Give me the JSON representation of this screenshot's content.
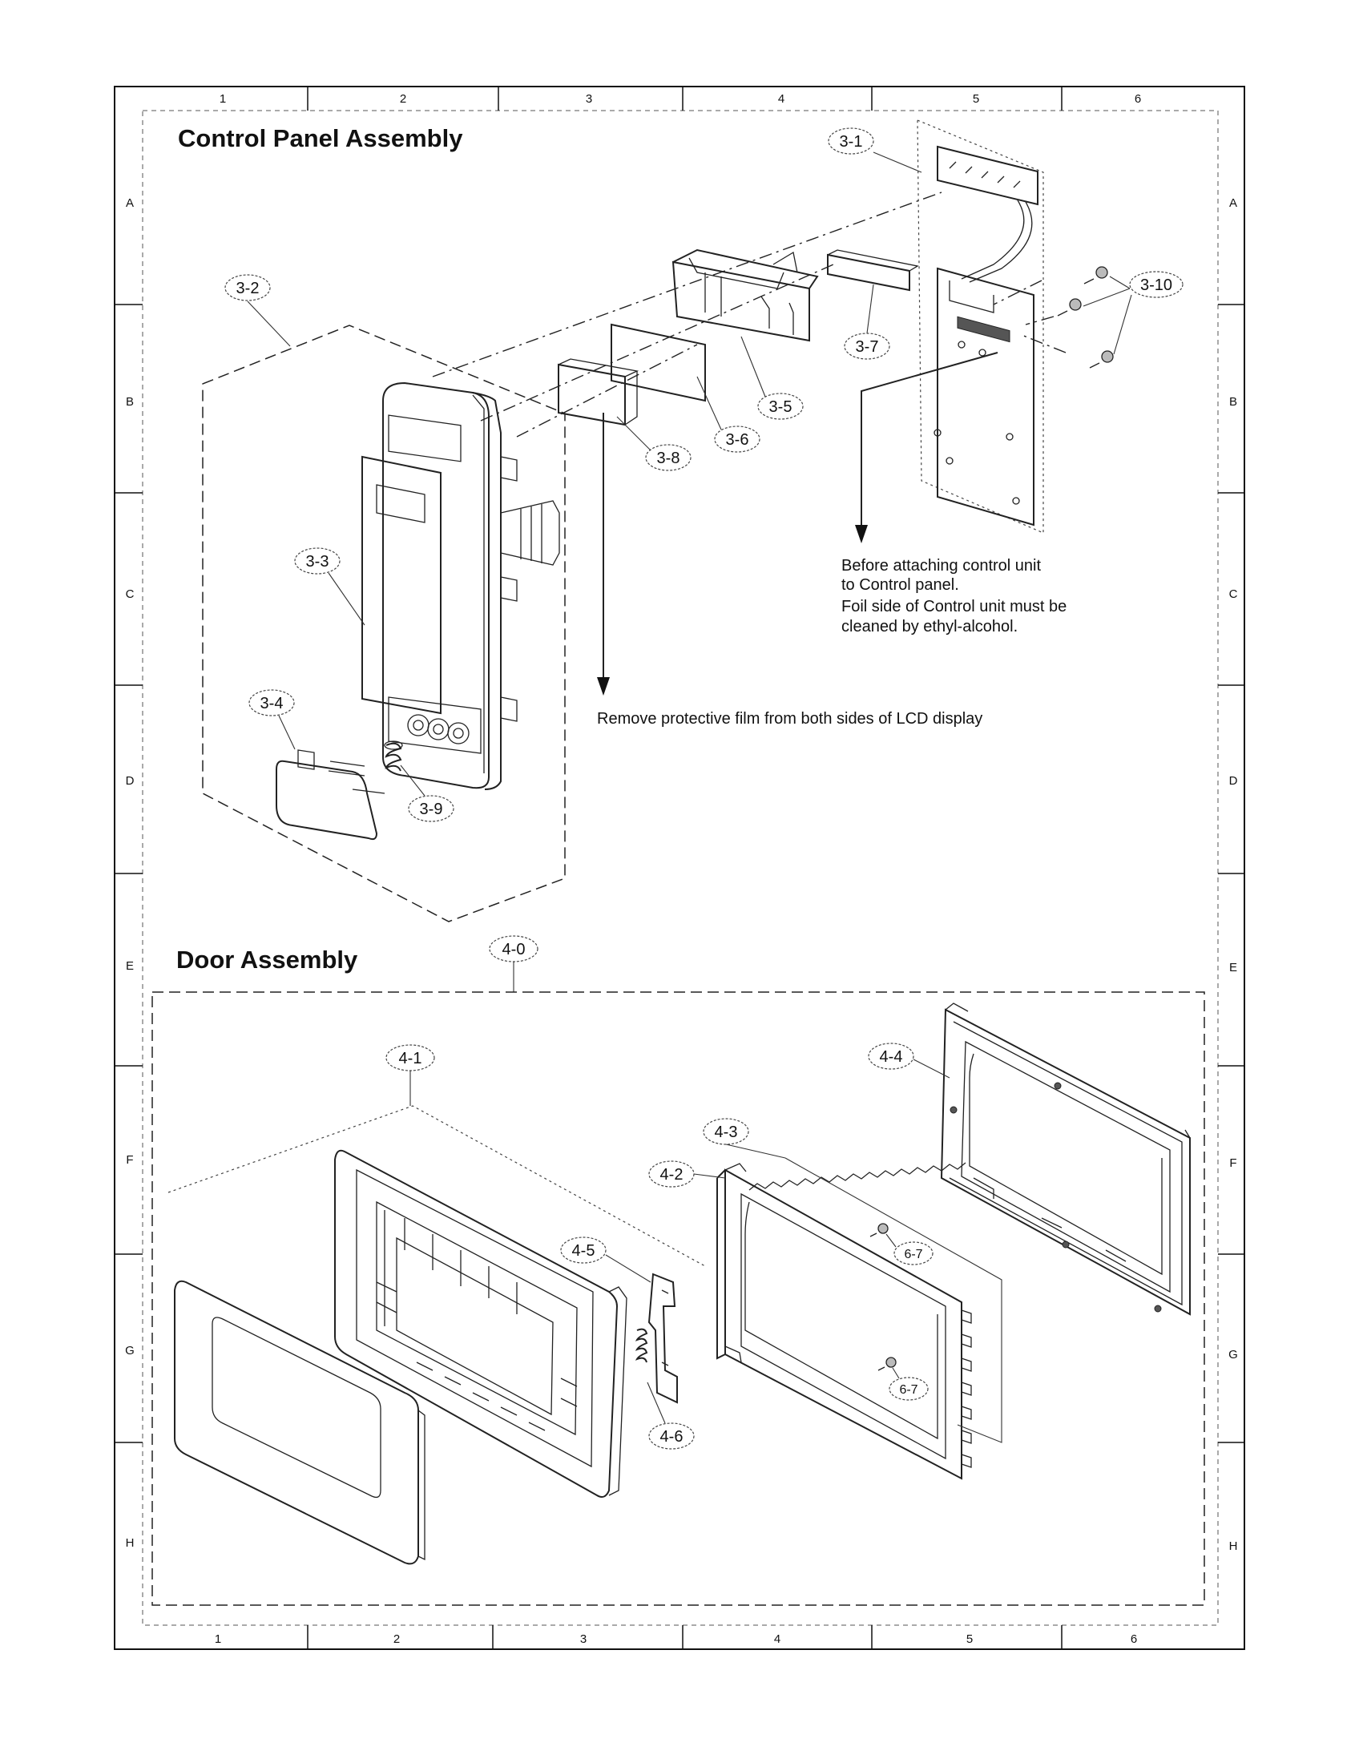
{
  "frame": {
    "columns_top": [
      "1",
      "2",
      "3",
      "4",
      "5",
      "6"
    ],
    "columns_bottom": [
      "1",
      "2",
      "3",
      "4",
      "5",
      "6"
    ],
    "rows_left": [
      "A",
      "B",
      "C",
      "D",
      "E",
      "F",
      "G",
      "H"
    ],
    "rows_right": [
      "A",
      "B",
      "C",
      "D",
      "E",
      "F",
      "G",
      "H"
    ]
  },
  "control_panel": {
    "title": "Control Panel Assembly",
    "callouts": {
      "c3_1": "3-1",
      "c3_2": "3-2",
      "c3_3": "3-3",
      "c3_4": "3-4",
      "c3_5": "3-5",
      "c3_6": "3-6",
      "c3_7": "3-7",
      "c3_8": "3-8",
      "c3_9": "3-9",
      "c3_10": "3-10"
    },
    "note_control_unit": [
      "Before attaching control unit",
      " to Control panel.",
      " Foil side of Control unit must be",
      " cleaned by ethyl-alcohol."
    ],
    "note_lcd": "Remove protective film from both sides of LCD display"
  },
  "door": {
    "title": "Door Assembly",
    "callouts": {
      "c4_0": "4-0",
      "c4_1": "4-1",
      "c4_2": "4-2",
      "c4_3": "4-3",
      "c4_4": "4-4",
      "c4_5": "4-5",
      "c4_6": "4-6",
      "c6_7a": "6-7",
      "c6_7b": "6-7"
    }
  }
}
